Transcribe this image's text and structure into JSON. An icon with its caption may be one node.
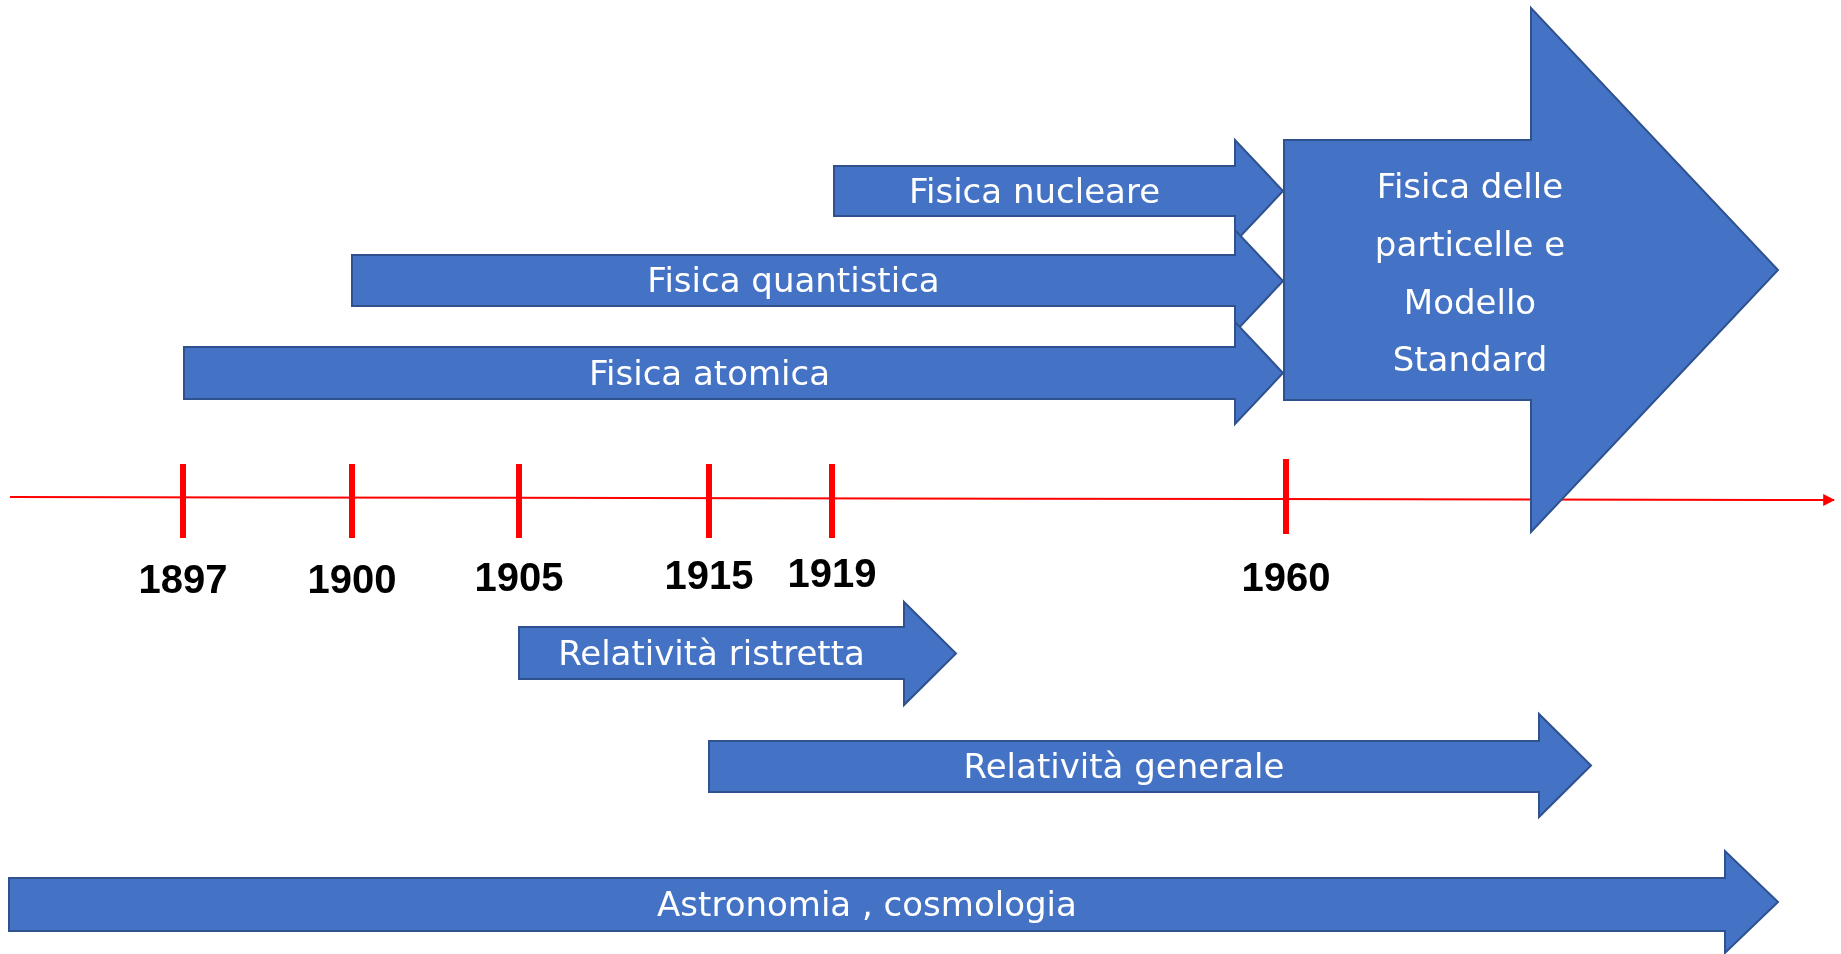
{
  "diagram": {
    "nodes": [
      {
        "text": [
          "Fisica nucleare"
        ]
      },
      {
        "text": [
          "Fisica quantistica"
        ]
      },
      {
        "text": [
          "Fisica atomica"
        ]
      },
      {
        "text": [
          "Fisica delle particelle e Modello Standard"
        ]
      },
      {
        "text": [
          "Relatività ristretta"
        ]
      },
      {
        "text": [
          "Relatività generale"
        ]
      },
      {
        "text": [
          "Astronomia , cosmologia"
        ]
      }
    ],
    "labels": [
      "1897",
      "1900",
      "1905",
      "1915",
      "1919",
      "1960"
    ]
  }
}
